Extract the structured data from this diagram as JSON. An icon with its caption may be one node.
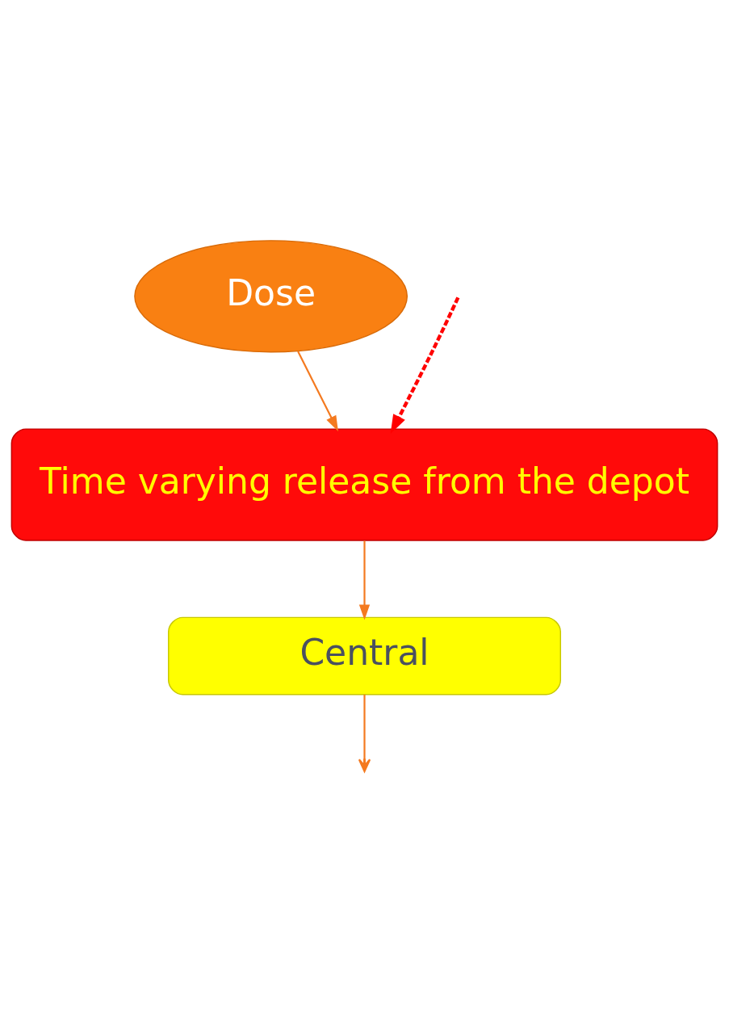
{
  "diagram": {
    "nodes": [
      {
        "text": [
          "Dose"
        ]
      },
      {
        "text": [
          "Time varying release from the depot"
        ]
      },
      {
        "text": [
          "Central"
        ]
      }
    ],
    "edges": [
      {
        "from": 0,
        "to": 1,
        "arrow": "to"
      },
      {
        "from": null,
        "to": 1,
        "arrow": "to",
        "style": "dashed",
        "color": "#ff0000"
      },
      {
        "from": 1,
        "to": 2,
        "arrow": "to"
      },
      {
        "from": 2,
        "to": null,
        "arrow": "to"
      }
    ]
  }
}
